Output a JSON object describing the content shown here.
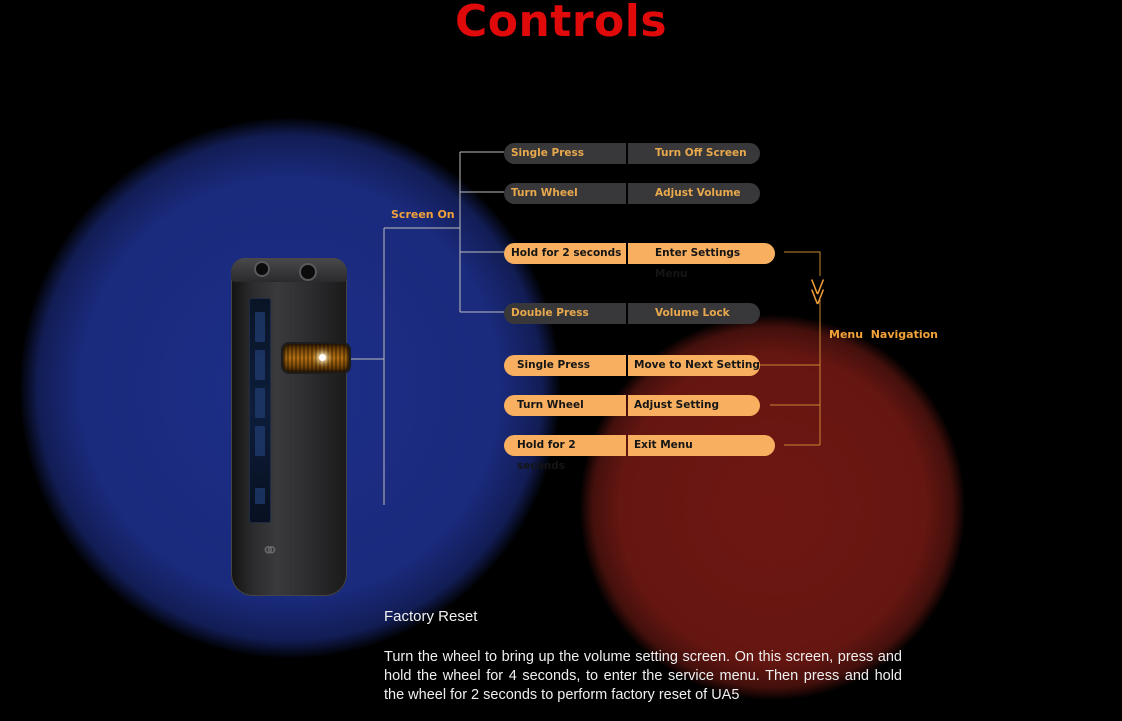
{
  "page": {
    "title": "Controls"
  },
  "colors": {
    "accent": "#f2a23a",
    "title_red": "#e10a0a",
    "pill_dark": "#38383b",
    "pill_light": "#f8b060"
  },
  "device": {
    "icon": "dac-device-icon",
    "wheel_icon": "control-wheel-icon",
    "logo_icon": "shanling-logo-icon"
  },
  "screen_on": {
    "label": "Screen On",
    "items": [
      {
        "action": "Single Press",
        "result": "Turn Off Screen"
      },
      {
        "action": "Turn Wheel",
        "result": "Adjust Volume"
      },
      {
        "action": "Hold for 2 seconds",
        "result": "Enter Settings Menu"
      },
      {
        "action": "Double Press",
        "result": "Volume Lock"
      }
    ]
  },
  "menu_navigation": {
    "label": "Menu  Navigation",
    "icon": "double-chevron-down-icon",
    "items": [
      {
        "action": "Single Press",
        "result": "Move to Next Setting"
      },
      {
        "action": "Turn Wheel",
        "result": "Adjust Setting"
      },
      {
        "action": "Hold for 2 seconds",
        "result": "Exit Menu"
      }
    ]
  },
  "factory_reset": {
    "title": "Factory Reset",
    "body": "Turn the wheel to bring up the volume setting screen. On this screen, press and hold the wheel for 4 seconds, to enter the service menu. Then press and hold the wheel for 2 seconds to perform factory reset of UA5"
  }
}
